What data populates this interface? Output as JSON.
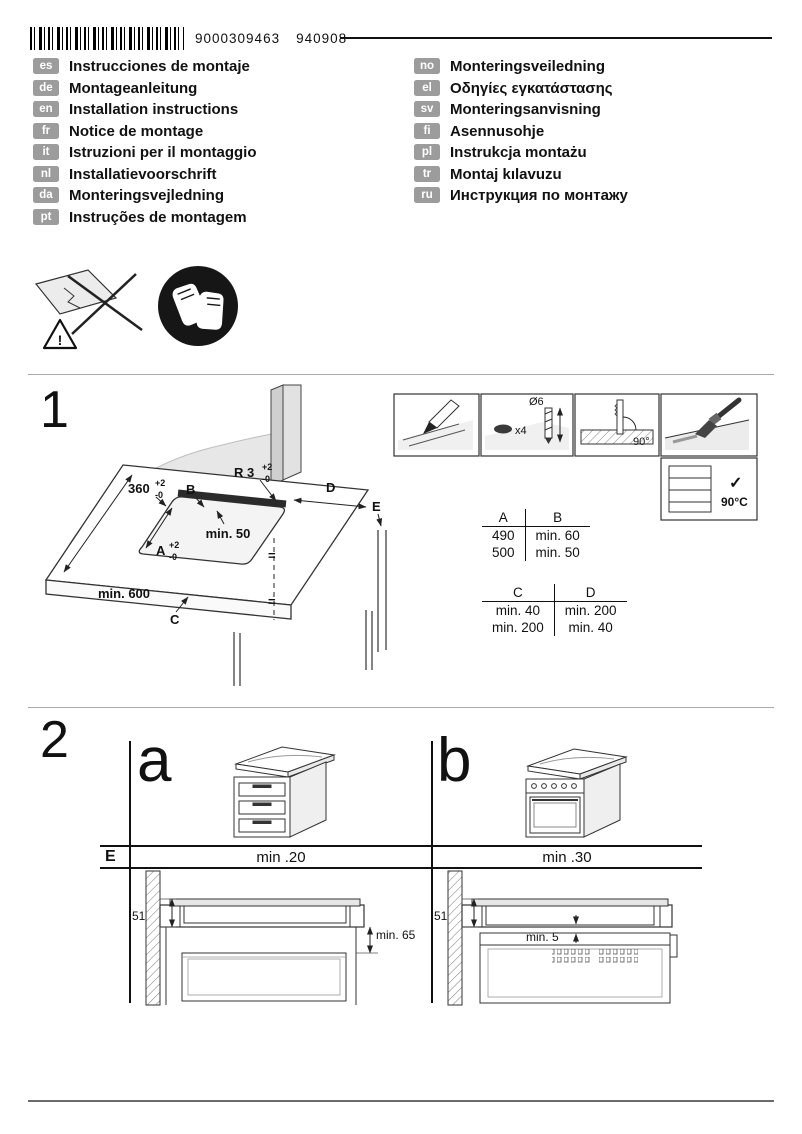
{
  "header": {
    "barcode_number": "9000309463",
    "barcode_suffix": "940908"
  },
  "languages": {
    "left": [
      {
        "code": "es",
        "label": "Instrucciones de montaje"
      },
      {
        "code": "de",
        "label": "Montageanleitung"
      },
      {
        "code": "en",
        "label": "Installation instructions"
      },
      {
        "code": "fr",
        "label": "Notice de montage"
      },
      {
        "code": "it",
        "label": "Istruzioni per il montaggio"
      },
      {
        "code": "nl",
        "label": "Installatievoorschrift"
      },
      {
        "code": "da",
        "label": "Monteringsvejledning"
      },
      {
        "code": "pt",
        "label": "Instruções de montagem"
      }
    ],
    "right": [
      {
        "code": "no",
        "label": "Monteringsveiledning"
      },
      {
        "code": "el",
        "label": "Οδηγίες εγκατάστασης"
      },
      {
        "code": "sv",
        "label": "Monteringsanvisning"
      },
      {
        "code": "fi",
        "label": "Asennusohje"
      },
      {
        "code": "pl",
        "label": "Instrukcja montażu"
      },
      {
        "code": "tr",
        "label": "Montaj kılavuzu"
      },
      {
        "code": "ru",
        "label": "Инструкция по монтажу"
      }
    ]
  },
  "safety": {
    "exclamation": "!"
  },
  "step1": {
    "number": "1",
    "drawing": {
      "dim_360": "360",
      "tol_plus": "+2",
      "tol_minus": "-0",
      "radius": "R 3",
      "label_a": "A",
      "label_b": "B",
      "label_c": "C",
      "label_d": "D",
      "label_e": "E",
      "min_50": "min. 50",
      "min_600": "min. 600",
      "equals": "="
    },
    "details": {
      "hole_dia": "Ø6",
      "hole_count": "x4",
      "saw_angle": "90°",
      "check": "✓",
      "temp": "90°C"
    },
    "table_ab": {
      "col1": "A",
      "col2": "B",
      "rows": [
        {
          "a": "490",
          "b": "min. 60"
        },
        {
          "a": "500",
          "b": "min. 50"
        }
      ]
    },
    "table_cd": {
      "col1": "C",
      "col2": "D",
      "rows": [
        {
          "c": "min. 40",
          "d": "min. 200"
        },
        {
          "c": "min. 200",
          "d": "min. 40"
        }
      ]
    }
  },
  "step2": {
    "number": "2",
    "variant_a": "a",
    "variant_b": "b",
    "row_label": "E",
    "min_a": "min .20",
    "min_b": "min .30",
    "a_thickness": "51",
    "a_clearance": "min. 65",
    "b_thickness": "51",
    "b_clearance": "min. 5"
  }
}
